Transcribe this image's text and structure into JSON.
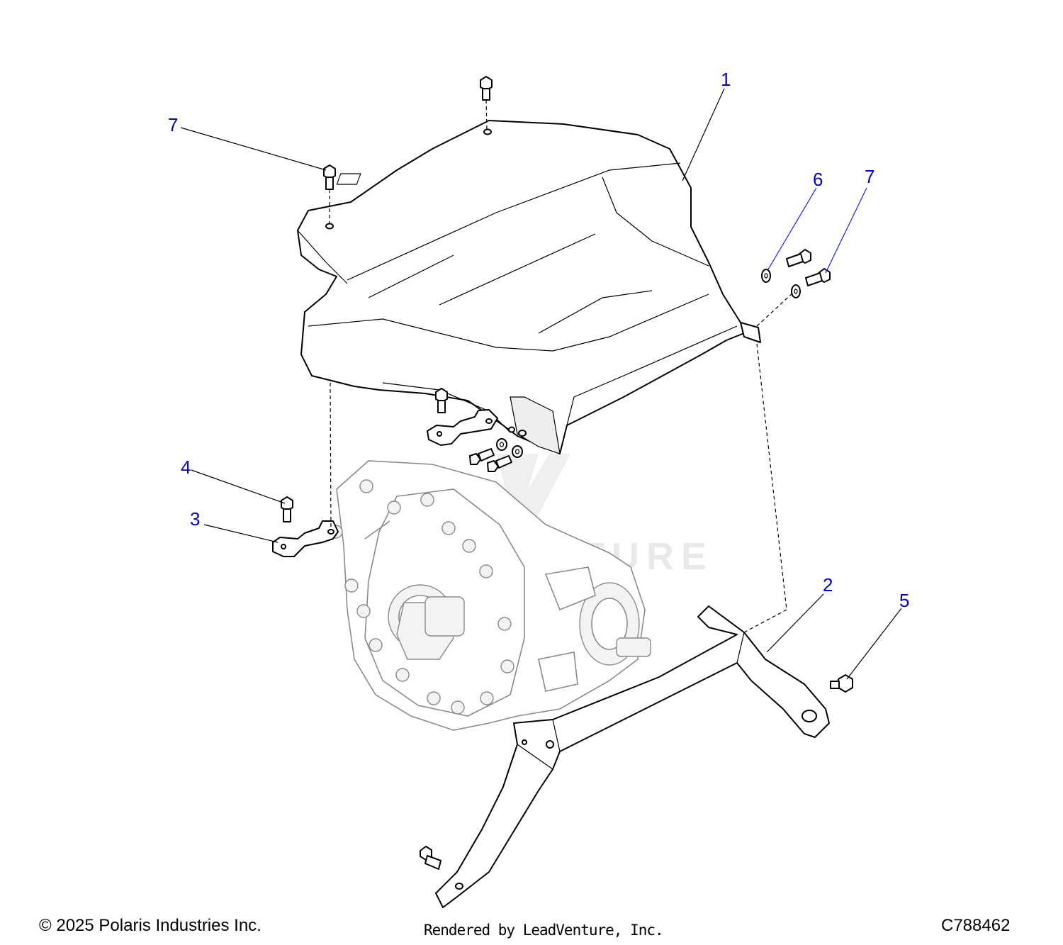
{
  "watermark": "LEADVENTURE",
  "callouts": [
    {
      "id": "1",
      "label": "1"
    },
    {
      "id": "2",
      "label": "2"
    },
    {
      "id": "3",
      "label": "3"
    },
    {
      "id": "4",
      "label": "4"
    },
    {
      "id": "5",
      "label": "5"
    },
    {
      "id": "6",
      "label": "6"
    },
    {
      "id": "7a",
      "label": "7"
    },
    {
      "id": "7b",
      "label": "7"
    }
  ],
  "footer": {
    "copyright": "© 2025 Polaris Industries Inc.",
    "rendered_by": "Rendered by LeadVenture, Inc.",
    "diagram_code": "C788462"
  },
  "colors": {
    "callout": "#0000cc",
    "line": "#000000",
    "background": "#ffffff"
  }
}
